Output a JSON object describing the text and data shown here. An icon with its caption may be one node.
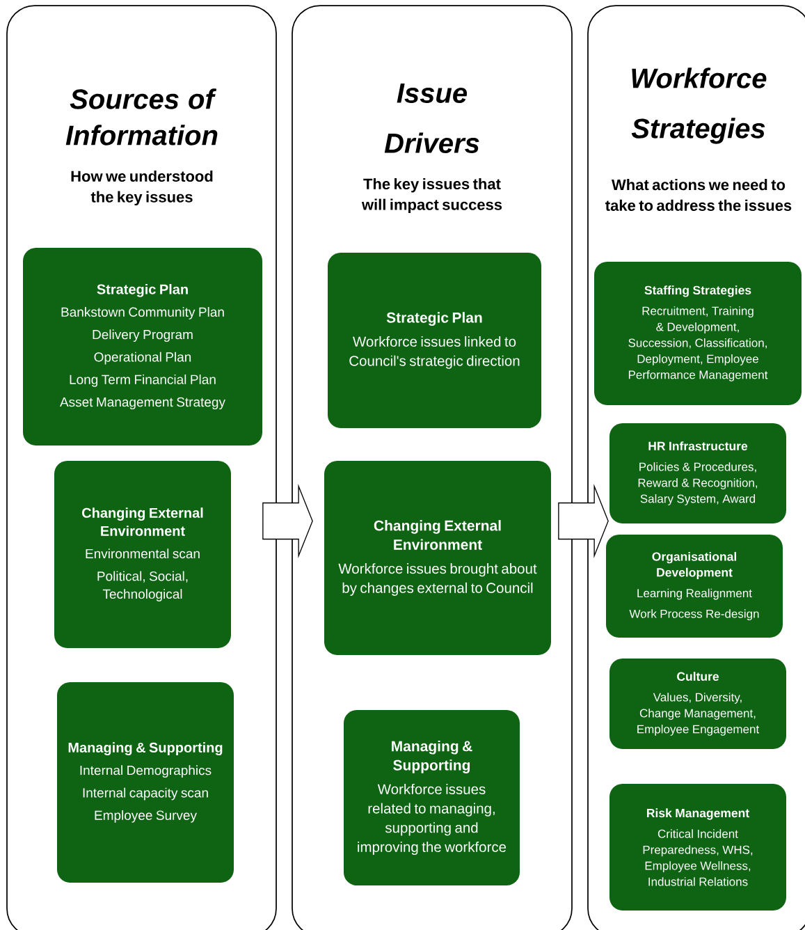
{
  "diagram": {
    "nodes": [
      {
        "text": [
          "Sources of Information",
          "How we understood the key issues"
        ]
      },
      {
        "text": [
          "Strategic Plan",
          "Bankstown Community Plan",
          "Delivery Program",
          "Operational Plan",
          "Long Term Financial Plan",
          "Asset Management Strategy"
        ],
        "in": 0
      },
      {
        "text": [
          "Changing External Environment",
          "Environmental scan",
          "Political, Social, Technological"
        ],
        "in": 0
      },
      {
        "text": [
          "Managing & Supporting",
          "Internal Demographics",
          "Internal capacity scan",
          "Employee Survey"
        ],
        "in": 0
      },
      {
        "text": [
          "Issue Drivers",
          "The key issues that will impact success"
        ]
      },
      {
        "text": [
          "Strategic Plan",
          "Workforce issues linked to Council's strategic direction"
        ],
        "in": 4
      },
      {
        "text": [
          "Changing External Environment",
          "Workforce issues brought about by changes external to Council"
        ],
        "in": 4
      },
      {
        "text": [
          "Managing & Supporting",
          "Workforce issues related to managing, supporting and improving the workforce"
        ],
        "in": 4
      },
      {
        "text": [
          "Workforce Strategies",
          "What actions we need to take to address the issues"
        ]
      },
      {
        "text": [
          "Staffing Strategies",
          "Recruitment, Training & Development, Succession, Classification, Deployment, Employee Performance Management"
        ],
        "in": 8
      },
      {
        "text": [
          "HR Infrastructure",
          "Policies & Procedures, Reward & Recognition, Salary System, Award"
        ],
        "in": 8
      },
      {
        "text": [
          "Organisational Development",
          "Learning Realignment",
          "Work Process Re-design"
        ],
        "in": 8
      },
      {
        "text": [
          "Culture",
          "Values, Diversity, Change Management, Employee Engagement"
        ],
        "in": 8
      },
      {
        "text": [
          "Risk Management",
          "Critical Incident Preparedness, WHS, Employee Wellness, Industrial Relations"
        ],
        "in": 8
      }
    ],
    "edges": [
      {
        "from": 0,
        "to": 4,
        "arrow": "to"
      },
      {
        "from": 4,
        "to": 8,
        "arrow": "to"
      }
    ]
  }
}
